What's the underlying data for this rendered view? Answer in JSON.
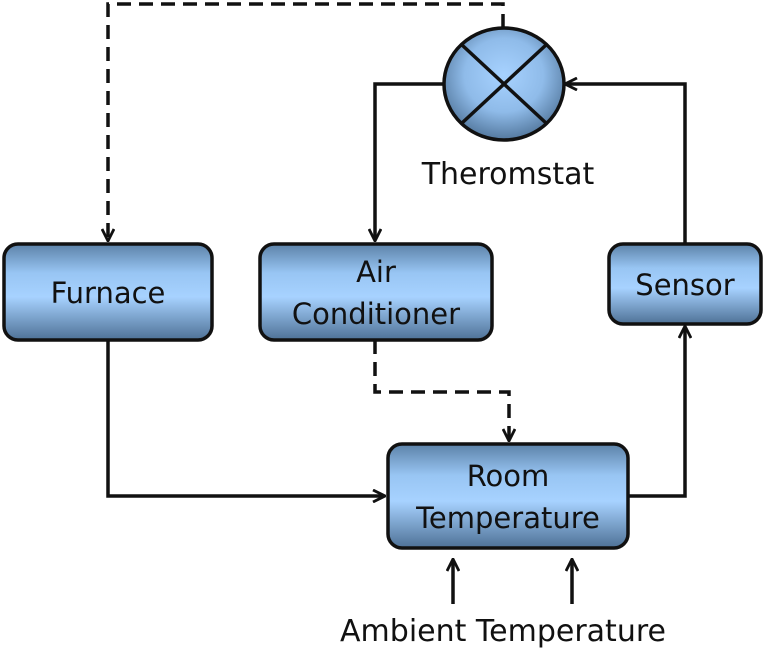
{
  "nodes": {
    "furnace": "Furnace",
    "air_conditioner_line1": "Air",
    "air_conditioner_line2": "Conditioner",
    "sensor": "Sensor",
    "room_temperature_line1": "Room",
    "room_temperature_line2": "Temperature"
  },
  "labels": {
    "thermostat": "Theromstat",
    "ambient_temperature": "Ambient Temperature"
  },
  "colors": {
    "node_fill_top": "#5f86ad",
    "node_fill_mid": "#9fcbff",
    "node_fill_bottom": "#4f7398",
    "stroke": "#111111"
  },
  "icons": {
    "thermostat_symbol": "summing-junction-icon"
  }
}
